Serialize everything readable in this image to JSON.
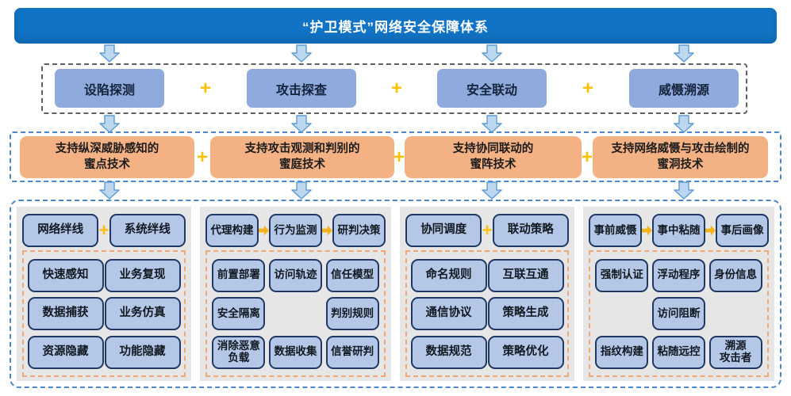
{
  "title": "“护卫模式”网络安全保障体系",
  "plus_symbol": "+",
  "colors": {
    "banner_blue": "#1173C5",
    "capability_box": "#8FAADC",
    "technique_box": "#F4B183",
    "small_box_fill": "#B4C7E7",
    "small_box_border": "#203864",
    "panel_gray": "#E7E6E6",
    "gold_accent": "#FFC000",
    "blue_dashed_border": "#4E87C9",
    "orange_dashed_border": "#F0A875",
    "gray_dashed_border": "#5F5F5F",
    "down_arrow_fill": "#BDD7EE",
    "down_arrow_stroke": "#5B9BD5"
  },
  "capability_row": [
    "设陷探测",
    "攻击探查",
    "安全联动",
    "威慑溯源"
  ],
  "technique_row": [
    "支持纵深威胁感知的\n蜜点技术",
    "支持攻击观测和判别的\n蜜庭技术",
    "支持协同联动的\n蜜阵技术",
    "支持网络威慑与攻击绘制的\n蜜洞技术"
  ],
  "panels": [
    {
      "name": "honeypoint-panel",
      "top": {
        "connector": "plus",
        "items": [
          "网络绊线",
          "系统绊线"
        ]
      },
      "rows": [
        [
          "快速感知",
          "业务复现"
        ],
        [
          "数据捕获",
          "业务仿真"
        ],
        [
          "资源隐藏",
          "功能隐藏"
        ]
      ]
    },
    {
      "name": "honeycourt-panel",
      "top": {
        "connector": "arrow",
        "items": [
          "代理构建",
          "行为监测",
          "研判决策"
        ]
      },
      "rows": [
        [
          "前置部署",
          "访问轨迹",
          "信任模型"
        ],
        [
          "安全隔离",
          "",
          "判别规则"
        ],
        [
          "消除恶意\n负载",
          "数据收集",
          "信誉研判"
        ]
      ]
    },
    {
      "name": "honeyarray-panel",
      "top": {
        "connector": "plus",
        "items": [
          "协同调度",
          "联动策略"
        ]
      },
      "rows": [
        [
          "命名规则",
          "互联互通"
        ],
        [
          "通信协议",
          "策略生成"
        ],
        [
          "数据规范",
          "策略优化"
        ]
      ]
    },
    {
      "name": "honeyhole-panel",
      "top": {
        "connector": "arrow",
        "items": [
          "事前威慑",
          "事中粘随",
          "事后画像"
        ]
      },
      "rows": [
        [
          "强制认证",
          "浮动程序",
          "身份信息"
        ],
        [
          "",
          "访问阻断",
          ""
        ],
        [
          "指纹构建",
          "粘随远控",
          "溯源\n攻击者"
        ]
      ]
    }
  ]
}
